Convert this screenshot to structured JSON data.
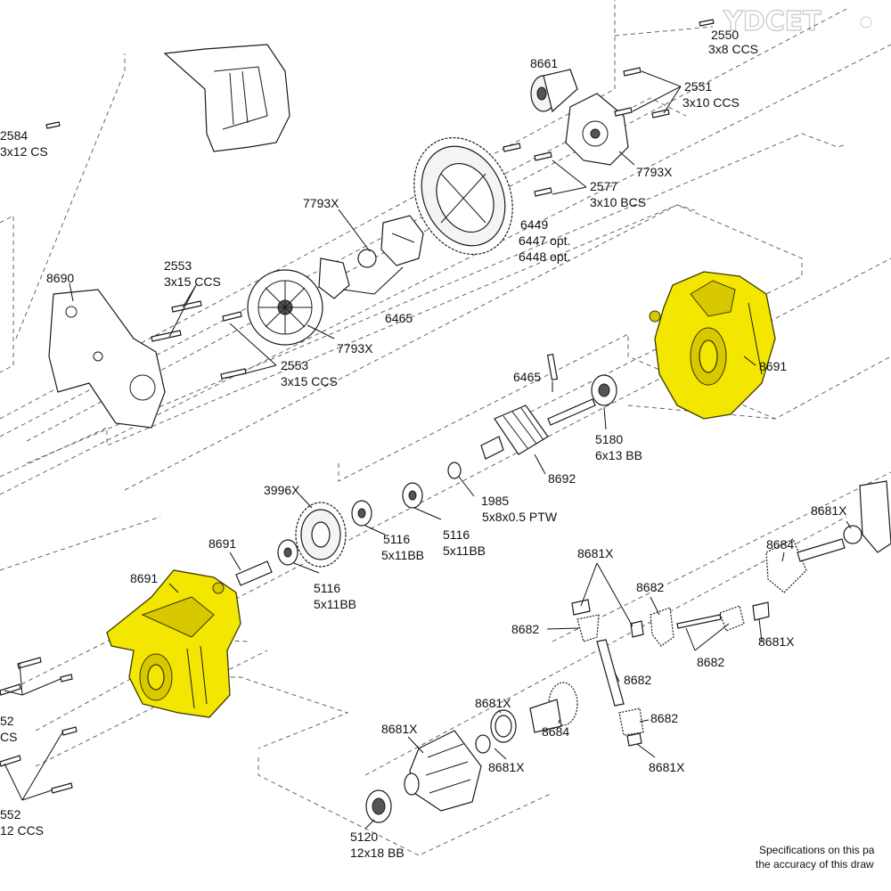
{
  "watermark": "YDCET",
  "labels": {
    "p2550": "2550",
    "p2550s": "3x8 CCS",
    "p8661": "8661",
    "p2551": "2551",
    "p2551s": "3x10 CCS",
    "p2584": "2584",
    "p2584s": "3x12 CS",
    "p7793a": "7793X",
    "p7793b": "7793X",
    "p7793c": "7793X",
    "p2577": "2577",
    "p2577s": "3x10 BCS",
    "p6449": "6449",
    "p6447": "6447 opt.",
    "p6448": "6448 opt.",
    "p8690": "8690",
    "p2553a": "2553",
    "p2553as": "3x15 CCS",
    "p2553b": "2553",
    "p2553bs": "3x15 CCS",
    "p6465a": "6465",
    "p6465b": "6465",
    "p8691a": "8691",
    "p8691b": "8691",
    "p8691c": "8691",
    "p5180": "5180",
    "p5180s": "6x13 BB",
    "p8692": "8692",
    "p1985": "1985",
    "p1985s": "5x8x0.5 PTW",
    "p3996": "3996X",
    "p5116a": "5116",
    "p5116as": "5x11BB",
    "p5116b": "5116",
    "p5116bs": "5x11BB",
    "p5116c": "5116",
    "p5116cs": "5x11BB",
    "p8681a": "8681X",
    "p8681b": "8681X",
    "p8681c": "8681X",
    "p8681d": "8681X",
    "p8681e": "8681X",
    "p8681f": "8681X",
    "p8684a": "8684",
    "p8684b": "8684",
    "p8682a": "8682",
    "p8682b": "8682",
    "p8682c": "8682",
    "p8682d": "8682",
    "p8682e": "8682",
    "p2552a": "52",
    "p2552as": "CS",
    "p2552b": "552",
    "p2552bs": "12 CCS",
    "p5120": "5120",
    "p5120s": "12x18 BB"
  },
  "note": {
    "line1": "Specifications on this pa",
    "line2": "the accuracy of this draw"
  },
  "colors": {
    "highlight": "#f3e600",
    "line": "#1a1a1a"
  }
}
